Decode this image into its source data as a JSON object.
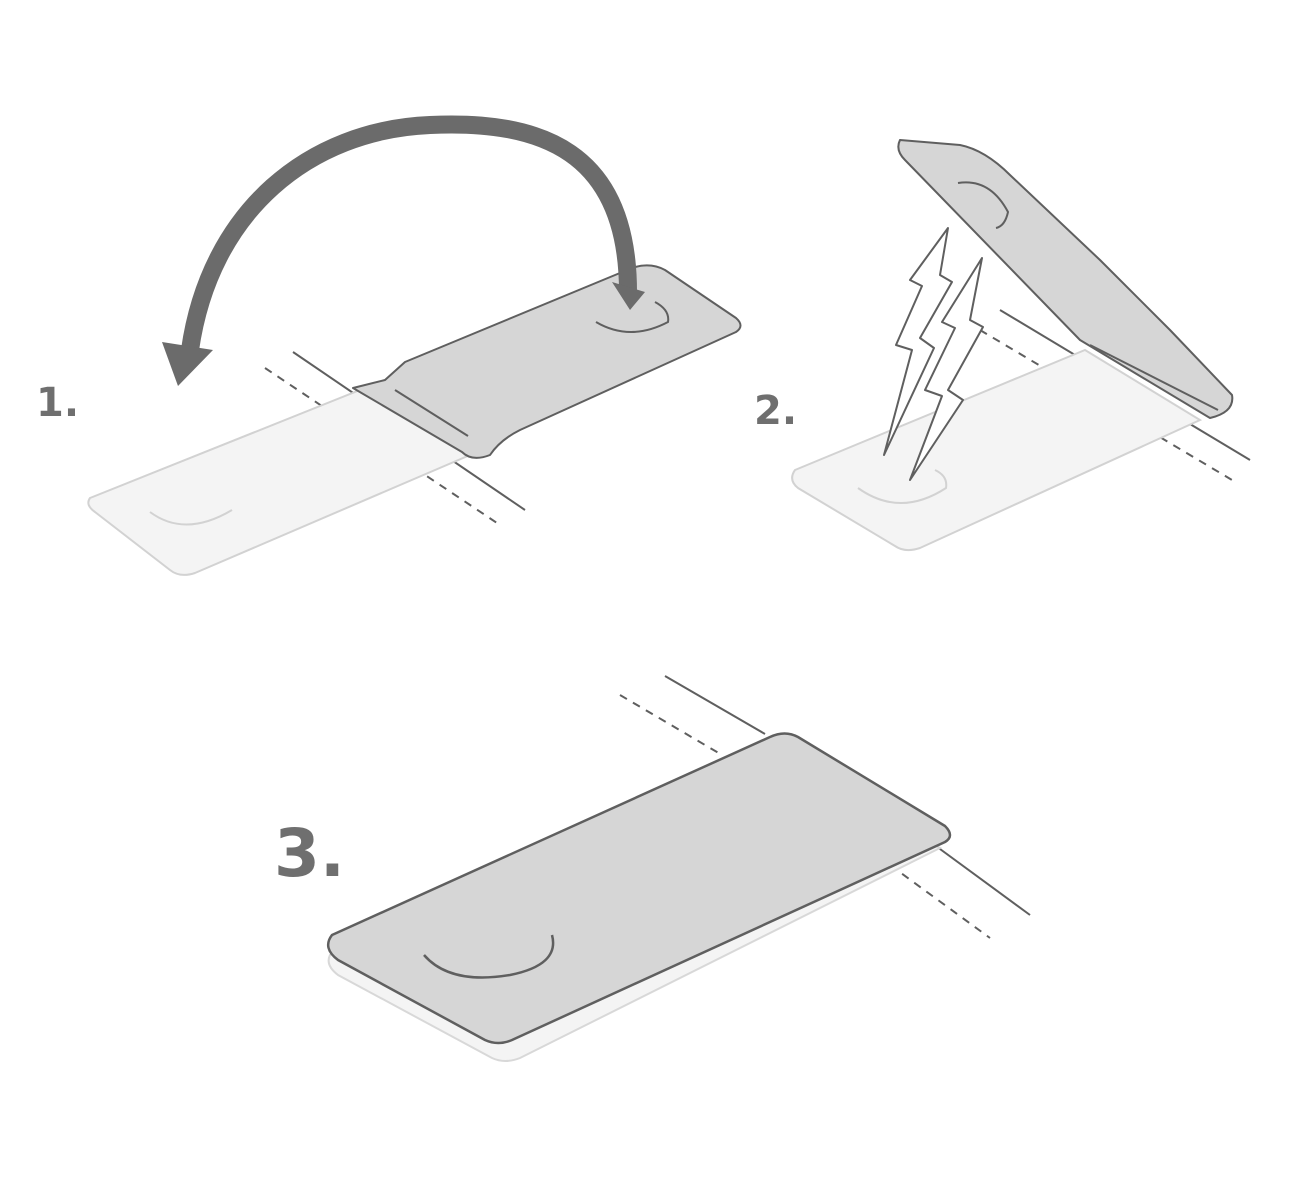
{
  "steps": [
    {
      "label": "1."
    },
    {
      "label": "2."
    },
    {
      "label": "3."
    }
  ],
  "colors": {
    "background": "#ffffff",
    "tab_fill": "#d6d6d6",
    "tab_fill_light": "#f4f4f4",
    "outline": "#5f5f5f",
    "arrow": "#6b6b6b",
    "label": "#6f6f6f"
  },
  "icons": {
    "step1": "curved-fold-arrow-icon",
    "step2": "lightning-bolt-icon"
  }
}
